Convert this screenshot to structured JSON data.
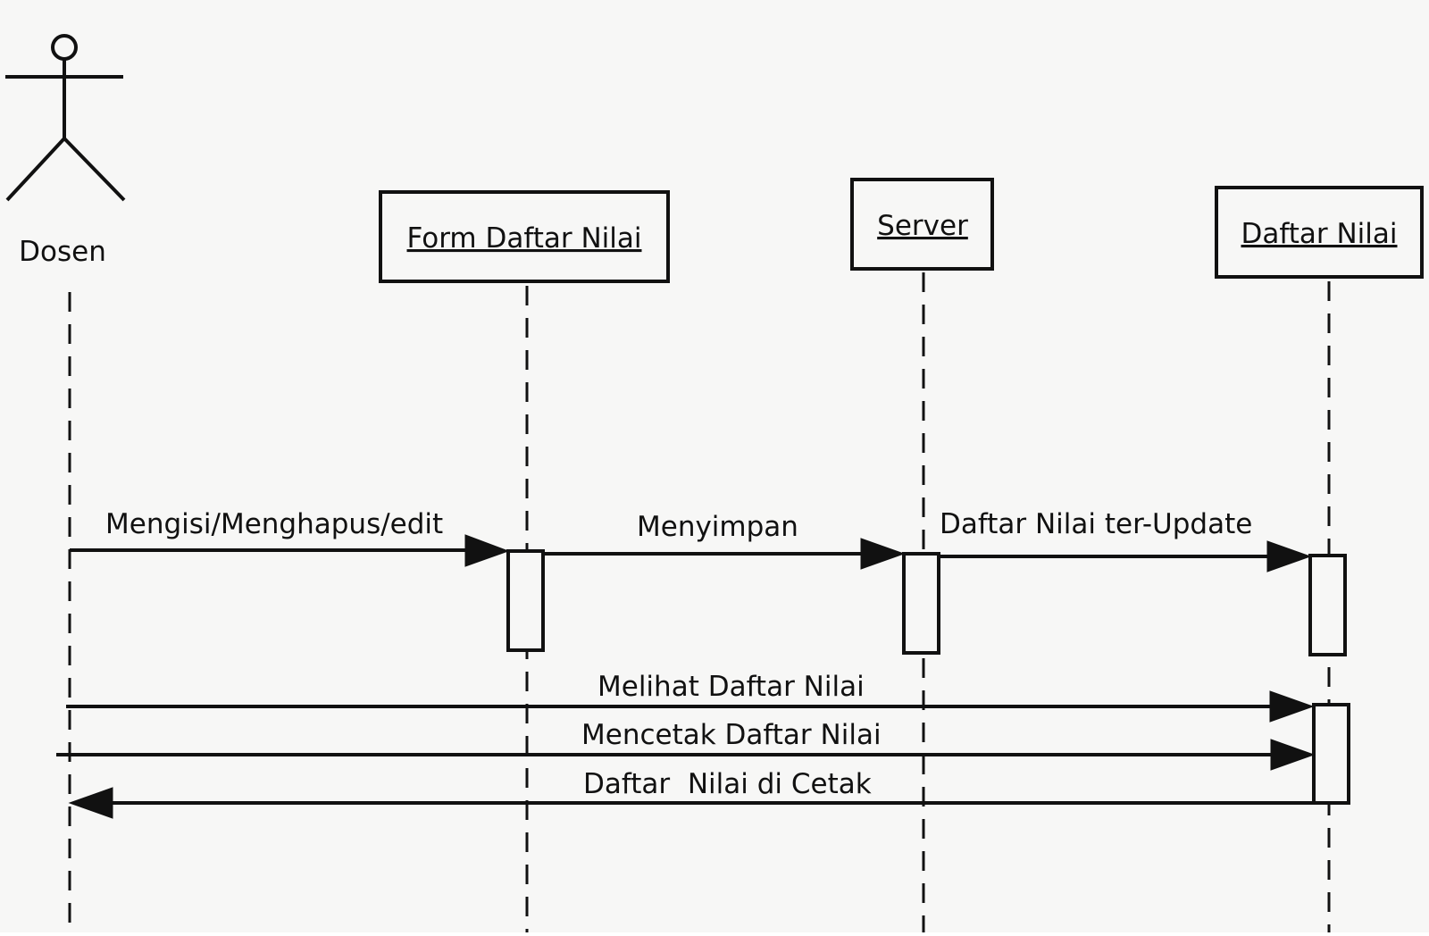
{
  "actor": {
    "name": "Dosen"
  },
  "objects": [
    {
      "id": "form",
      "label": "Form Daftar Nilai"
    },
    {
      "id": "server",
      "label": "Server"
    },
    {
      "id": "daftar",
      "label": "Daftar Nilai"
    }
  ],
  "messages": [
    {
      "id": "m1",
      "label": "Mengisi/Menghapus/edit",
      "from": "Dosen",
      "to": "Form Daftar Nilai"
    },
    {
      "id": "m2",
      "label": "Menyimpan",
      "from": "Form Daftar Nilai",
      "to": "Server"
    },
    {
      "id": "m3",
      "label": "Daftar Nilai ter-Update",
      "from": "Server",
      "to": "Daftar Nilai"
    },
    {
      "id": "m4",
      "label": "Melihat Daftar Nilai",
      "from": "Dosen",
      "to": "Daftar Nilai"
    },
    {
      "id": "m5",
      "label": "Mencetak Daftar Nilai",
      "from": "Dosen",
      "to": "Daftar Nilai"
    },
    {
      "id": "m6",
      "label": "Daftar  Nilai di Cetak",
      "from": "Daftar Nilai",
      "to": "Dosen"
    }
  ],
  "colors": {
    "line": "#111111",
    "background": "#f7f7f6"
  }
}
